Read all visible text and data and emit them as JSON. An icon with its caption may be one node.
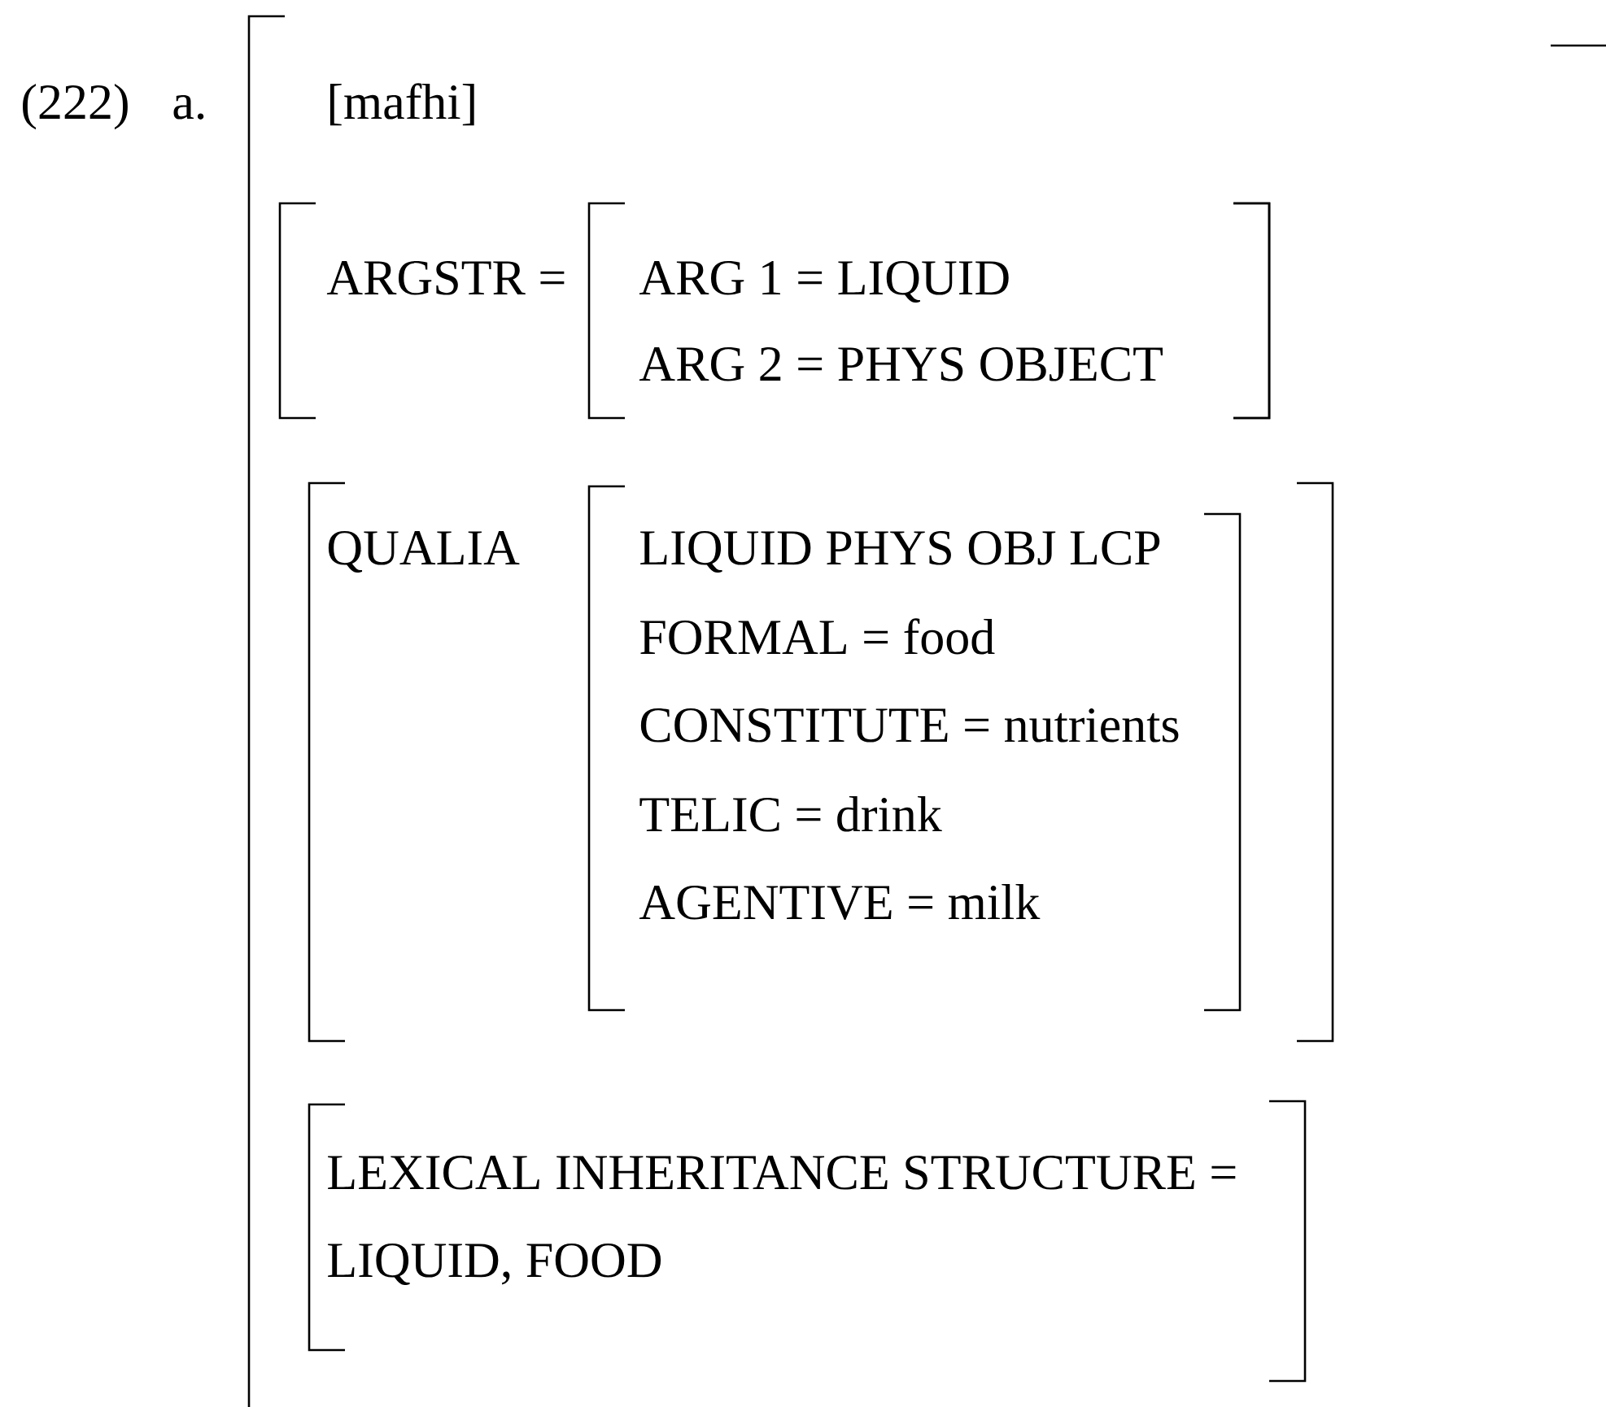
{
  "diagram": {
    "nodes": [
      {
        "text": [
          "[mafhi]"
        ]
      },
      {
        "text": [
          "ARGSTR ="
        ],
        "in": 0
      },
      {
        "text": [
          "ARG 1 = LIQUID",
          "ARG 2 = PHYS OBJECT"
        ],
        "in": 1
      },
      {
        "text": [
          "QUALIA"
        ],
        "in": 0
      },
      {
        "text": [
          "LIQUID PHYS OBJ LCP",
          "FORMAL = food",
          "CONSTITUTE = nutrients",
          "TELIC = drink",
          "AGENTIVE = milk"
        ],
        "in": 3
      },
      {
        "text": [
          "LEXICAL INHERITANCE STRUCTURE = LIQUID, FOOD"
        ],
        "in": 0
      }
    ],
    "labels": [
      "(222)",
      "a."
    ]
  }
}
